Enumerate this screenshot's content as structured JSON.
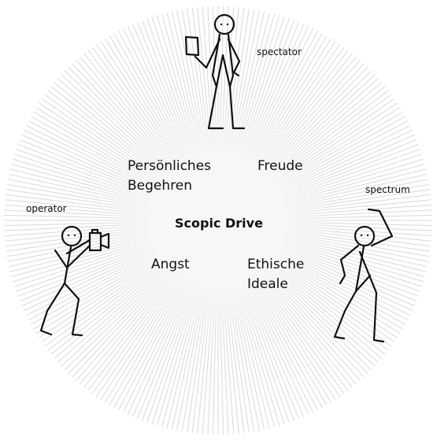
{
  "diagram": {
    "center_label": "Scopic Drive",
    "quadrants": {
      "top_left": "Persönliches\nBegehren",
      "top_right": "Freude",
      "bottom_left": "Angst",
      "bottom_right": "Ethische\nIdeale"
    },
    "figures": {
      "spectator": "spectator",
      "operator": "operator",
      "spectrum": "spectrum"
    },
    "colors": {
      "ray": "#d9d9d9",
      "center": "#f7f7f7",
      "ink": "#111111",
      "background": "#ffffff"
    }
  }
}
